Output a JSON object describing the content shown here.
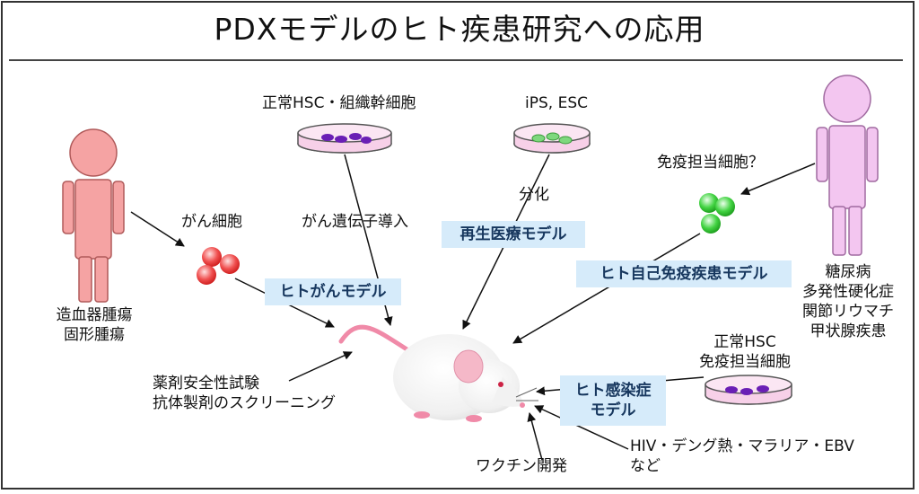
{
  "title": "PDXモデルのヒト疾患研究への応用",
  "left_person": {
    "caption_lines": [
      "造血器腫瘍",
      "固形腫瘍"
    ]
  },
  "right_person": {
    "caption_lines": [
      "糖尿病",
      "多発性硬化症",
      "関節リウマチ",
      "甲状腺疾患"
    ]
  },
  "labels": {
    "cancer_cells": "がん細胞",
    "normal_hsc_stem": "正常HSC・組織幹細胞",
    "oncogene_transfer": "がん遺伝子導入",
    "ips_esc": "iPS, ESC",
    "differentiation": "分化",
    "immune_cells_q": "免疫担当細胞？",
    "normal_hsc_immune_lines": [
      "正常HSC",
      "免疫担当細胞"
    ],
    "drug_screening_lines": [
      "薬剤安全性試験",
      "抗体製剤のスクリーニング"
    ],
    "vaccine": "ワクチン開発",
    "infections_lines": [
      "HIV・デング熱・マラリア・EBV",
      "など"
    ]
  },
  "models": {
    "cancer": "ヒトがんモデル",
    "regenerative": "再生医療モデル",
    "autoimmune": "ヒト自己免疫疾患モデル",
    "infection_lines": [
      "ヒト感染症",
      "モデル"
    ]
  }
}
